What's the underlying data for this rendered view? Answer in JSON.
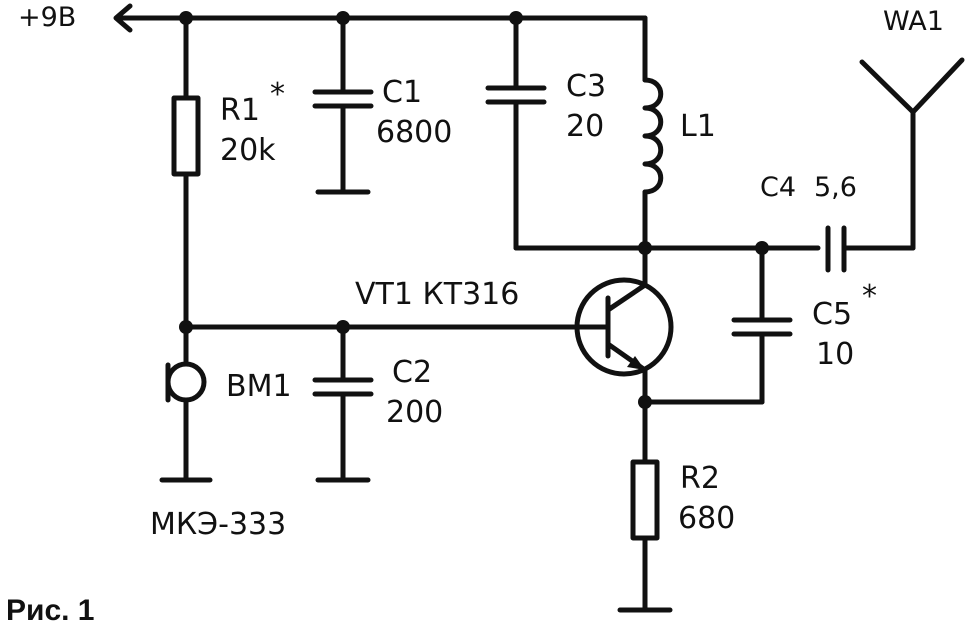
{
  "supply": {
    "label": "+9В"
  },
  "antenna": {
    "label": "WA1"
  },
  "r1": {
    "name": "R1",
    "value": "20k",
    "mark": "*"
  },
  "c1": {
    "name": "C1",
    "value": "6800"
  },
  "c3": {
    "name": "C3",
    "value": "20"
  },
  "l1": {
    "name": "L1"
  },
  "c4": {
    "name": "C4",
    "value": "5,6"
  },
  "c5": {
    "name": "C5",
    "value": "10",
    "mark": "*"
  },
  "vt1": {
    "label": "VT1 КТ316"
  },
  "c2": {
    "name": "C2",
    "value": "200"
  },
  "bm1": {
    "name": "BM1",
    "type": "МКЭ-333"
  },
  "r2": {
    "name": "R2",
    "value": "680"
  },
  "caption": "Рис. 1"
}
